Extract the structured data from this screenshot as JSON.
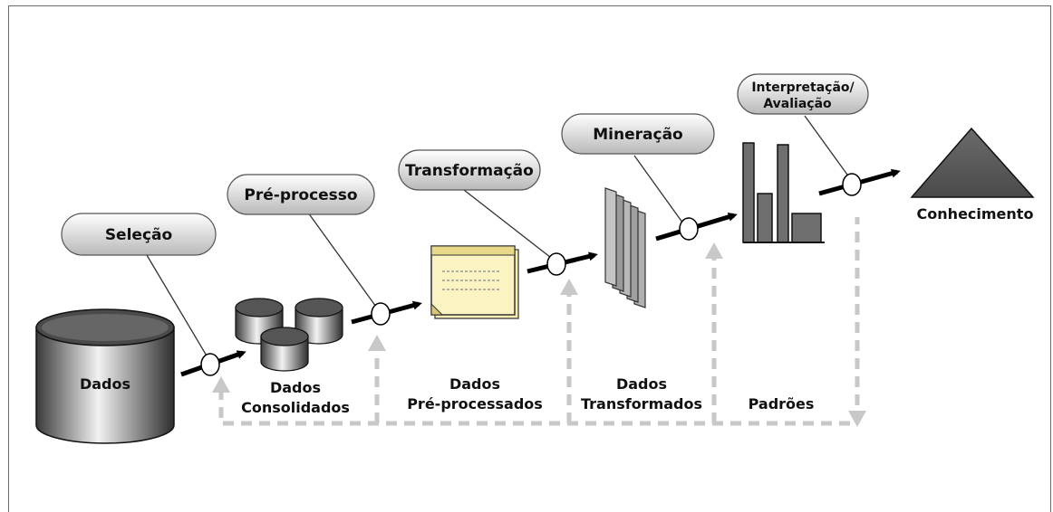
{
  "steps": {
    "selecao": "Seleção",
    "preprocesso": "Pré-processo",
    "transformacao": "Transformação",
    "mineracao": "Mineração",
    "interpretacao_line1": "Interpretação/",
    "interpretacao_line2": "Avaliação"
  },
  "stages": {
    "dados": "Dados",
    "consolidados_line1": "Dados",
    "consolidados_line2": "Consolidados",
    "preprocessados_line1": "Dados",
    "preprocessados_line2": "Pré-processados",
    "transformados_line1": "Dados",
    "transformados_line2": "Transformados",
    "padroes": "Padrões",
    "conhecimento": "Conhecimento"
  }
}
